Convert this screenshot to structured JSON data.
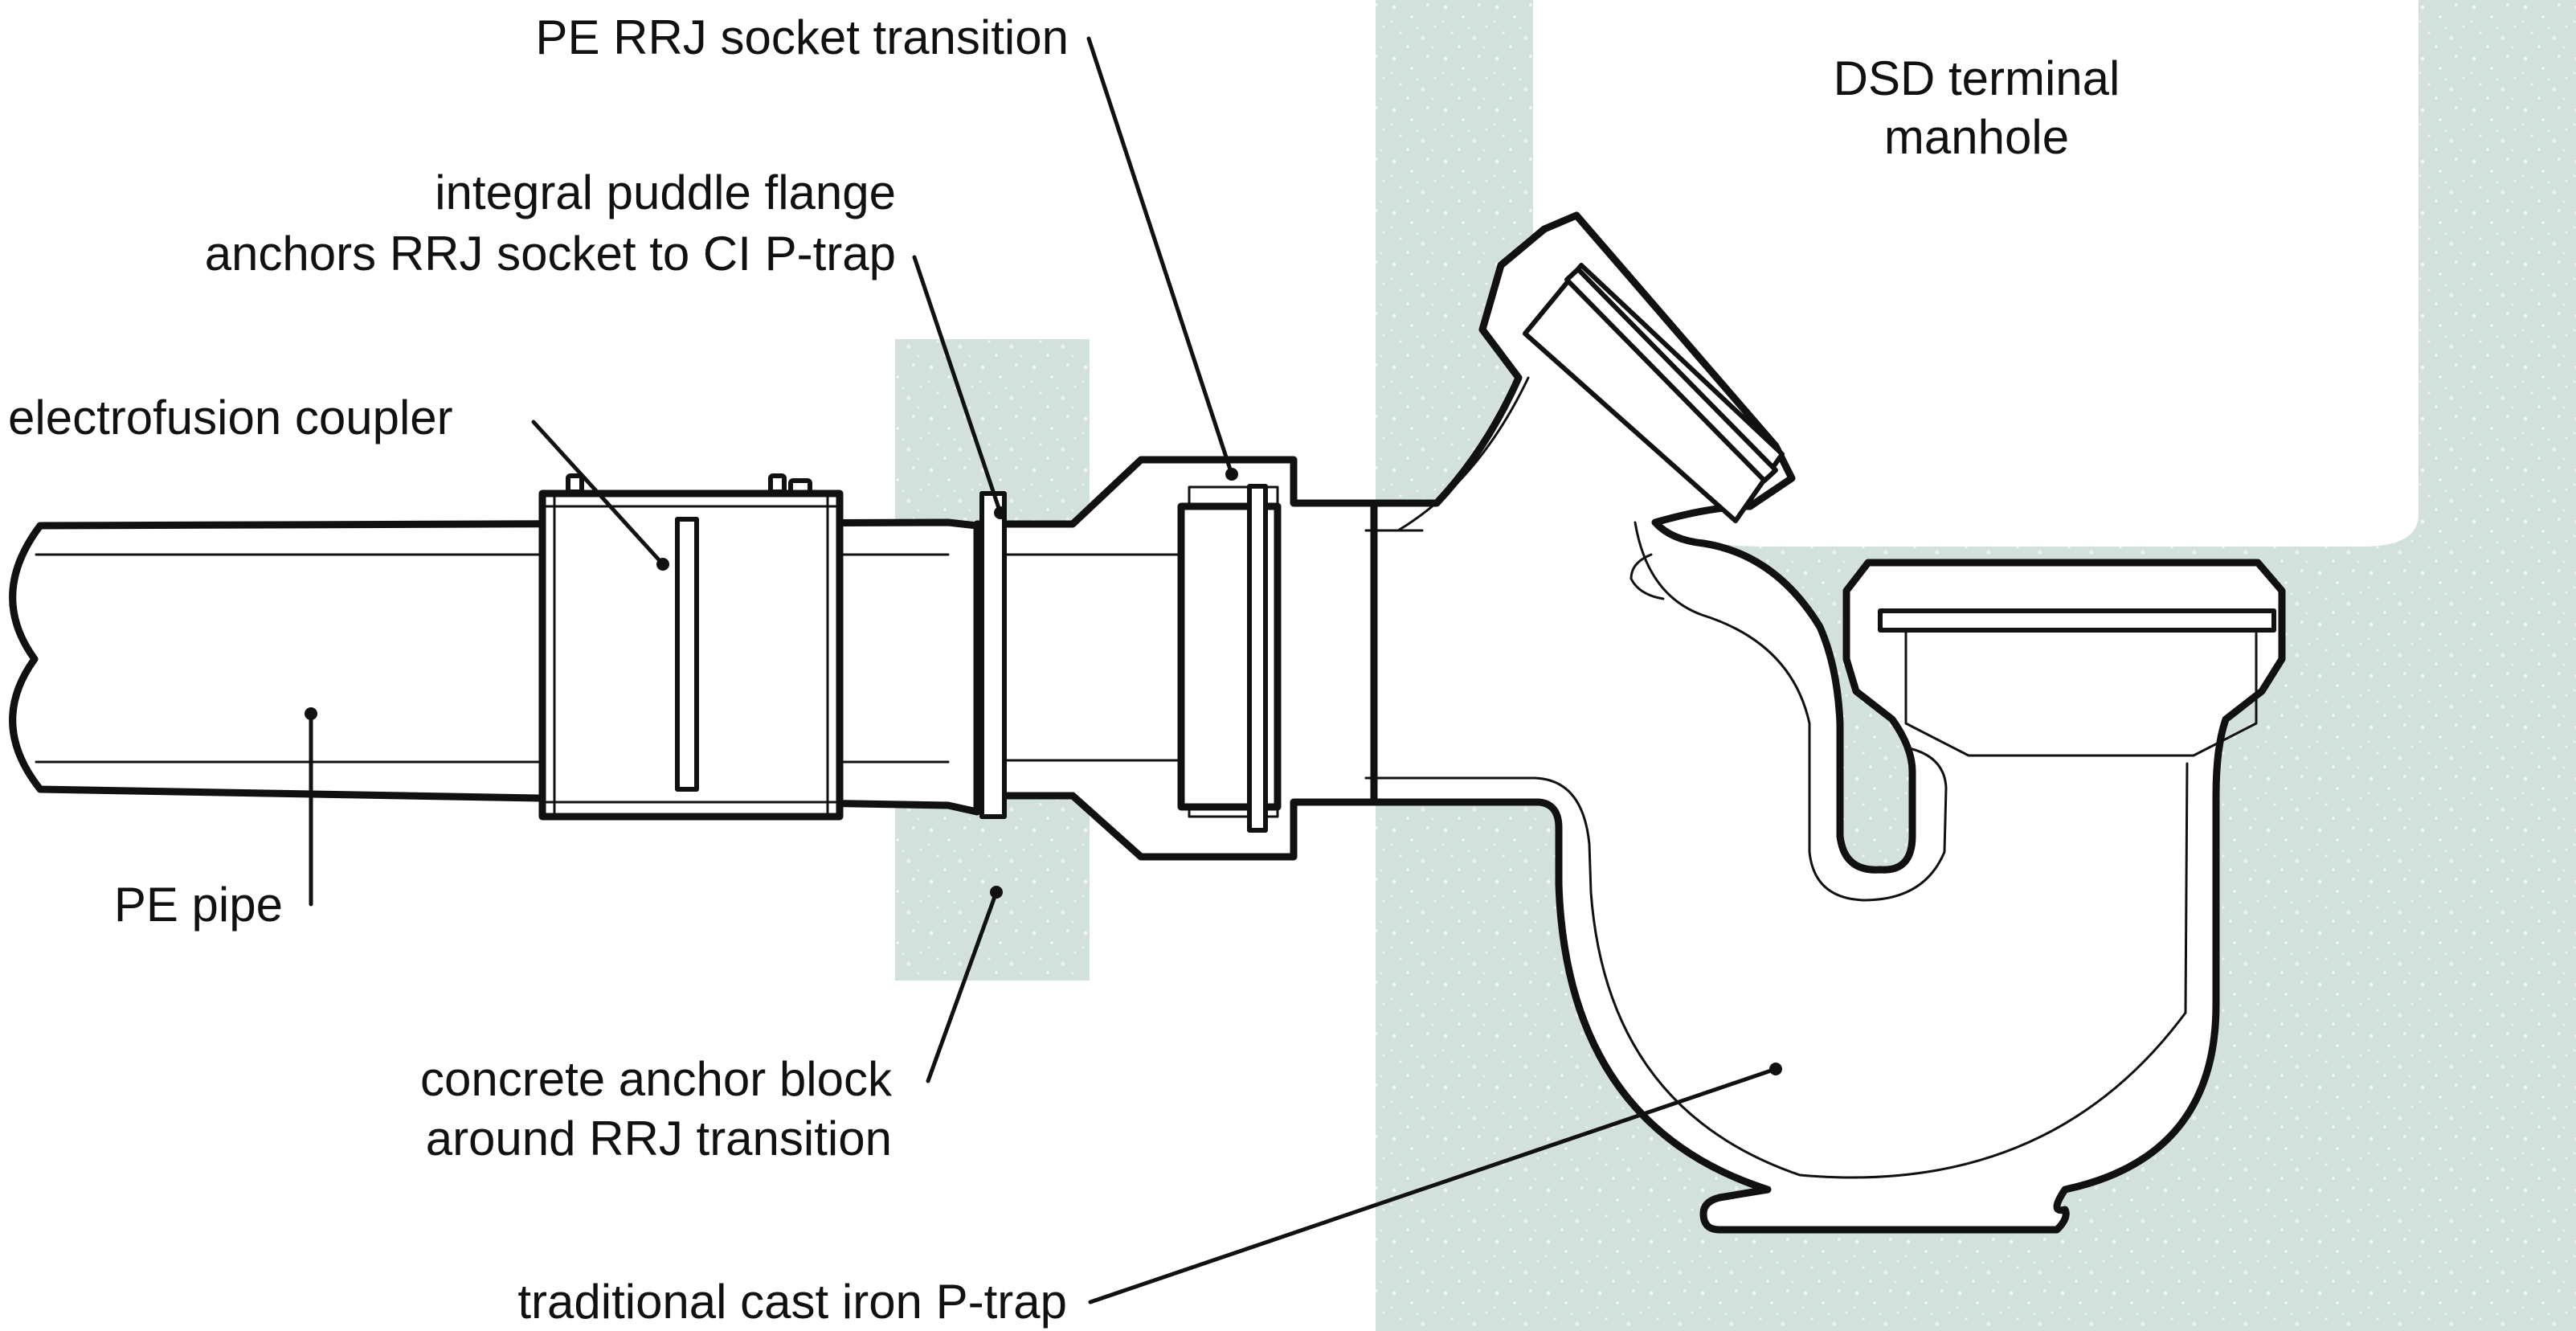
{
  "colors": {
    "background": "#ffffff",
    "concrete": "#d3e1dd",
    "line": "#111111"
  },
  "labels": {
    "rrj_socket": "PE RRJ socket transition",
    "manhole_line1": "DSD terminal",
    "manhole_line2": "manhole",
    "flange_line1": "integral puddle flange",
    "flange_line2": "anchors RRJ socket to CI P-trap",
    "coupler": "electrofusion coupler",
    "pe_pipe": "PE pipe",
    "block_line1": "concrete anchor block",
    "block_line2": "around RRJ transition",
    "ptrap": "traditional cast iron P-trap"
  }
}
